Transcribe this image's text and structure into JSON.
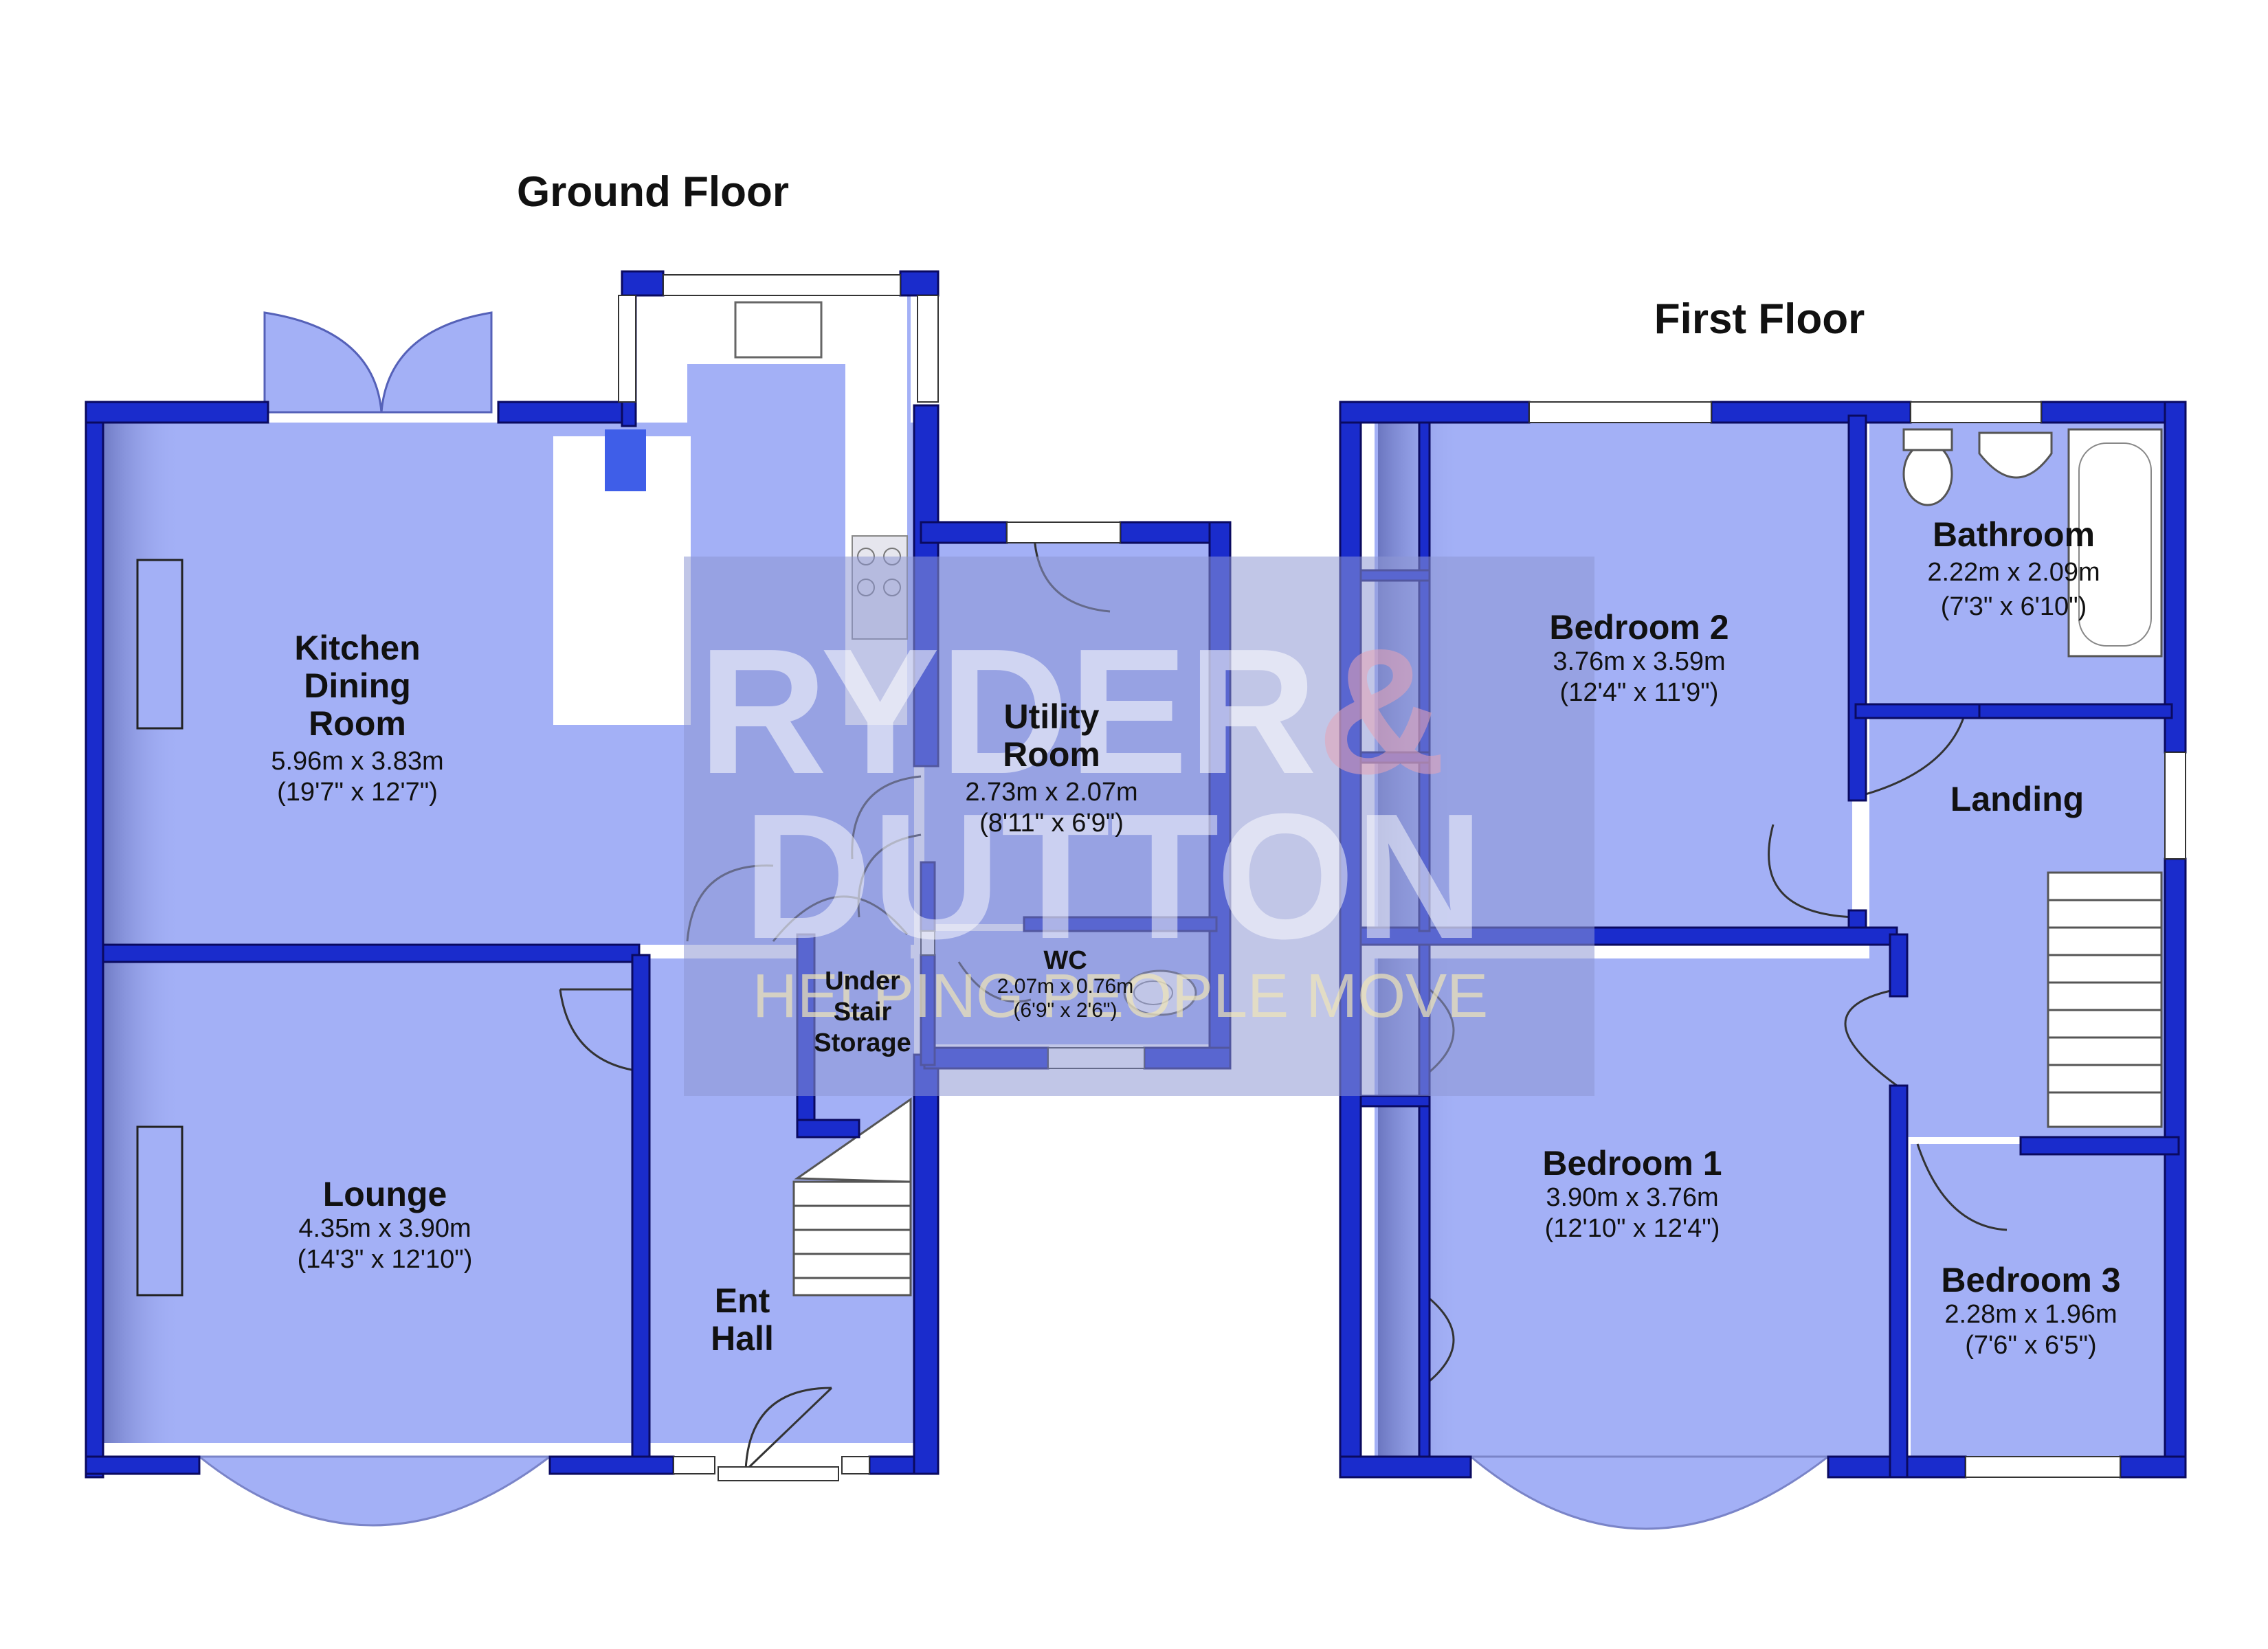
{
  "floors": {
    "ground": {
      "title": "Ground Floor"
    },
    "first": {
      "title": "First Floor"
    }
  },
  "rooms": {
    "kitchen": {
      "name_line1": "Kitchen",
      "name_line2": "Dining",
      "name_line3": "Room",
      "metric": "5.96m x 3.83m",
      "imperial": "(19'7\" x 12'7\")"
    },
    "lounge": {
      "name": "Lounge",
      "metric": "4.35m x 3.90m",
      "imperial": "(14'3\" x 12'10\")"
    },
    "utility": {
      "name_line1": "Utility",
      "name_line2": "Room",
      "metric": "2.73m x 2.07m",
      "imperial": "(8'11\" x 6'9\")"
    },
    "wc": {
      "name": "WC",
      "metric": "2.07m x 0.76m",
      "imperial": "(6'9\" x 2'6\")"
    },
    "understairs": {
      "name_line1": "Under",
      "name_line2": "Stair",
      "name_line3": "Storage"
    },
    "hall": {
      "name_line1": "Ent",
      "name_line2": "Hall"
    },
    "bedroom2": {
      "name": "Bedroom 2",
      "metric": "3.76m x 3.59m",
      "imperial": "(12'4\" x 11'9\")"
    },
    "bathroom": {
      "name": "Bathroom",
      "metric": "2.22m x 2.09m",
      "imperial": "(7'3\" x 6'10\")"
    },
    "landing": {
      "name": "Landing"
    },
    "bedroom1": {
      "name": "Bedroom 1",
      "metric": "3.90m x 3.76m",
      "imperial": "(12'10\" x 12'4\")"
    },
    "bedroom3": {
      "name": "Bedroom 3",
      "metric": "2.28m x 1.96m",
      "imperial": "(7'6\" x 6'5\")"
    }
  },
  "watermark": {
    "line1_a": "RYDER",
    "line1_b": "&",
    "line2": "DUTTON",
    "tagline": "HELPING PEOPLE MOVE"
  },
  "colors": {
    "wall": "#1a2ccc",
    "floor": "#a3b0f6",
    "watermark_bg": "#8e98d4",
    "watermark_amp": "#e7a4b6"
  }
}
